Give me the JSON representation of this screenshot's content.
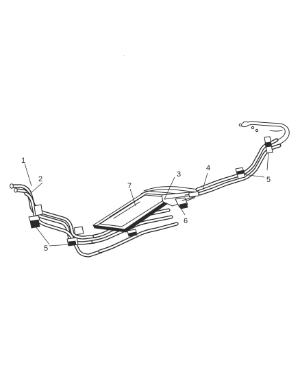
{
  "diagram": {
    "callouts": [
      {
        "id": "c1",
        "label": "1"
      },
      {
        "id": "c2",
        "label": "2"
      },
      {
        "id": "c3",
        "label": "3"
      },
      {
        "id": "c4",
        "label": "4"
      },
      {
        "id": "c5a",
        "label": "5"
      },
      {
        "id": "c5b",
        "label": "5"
      },
      {
        "id": "c6",
        "label": "6"
      },
      {
        "id": "c7",
        "label": "7"
      }
    ],
    "colors": {
      "line": "#2a2a2a",
      "background": "#ffffff"
    }
  }
}
